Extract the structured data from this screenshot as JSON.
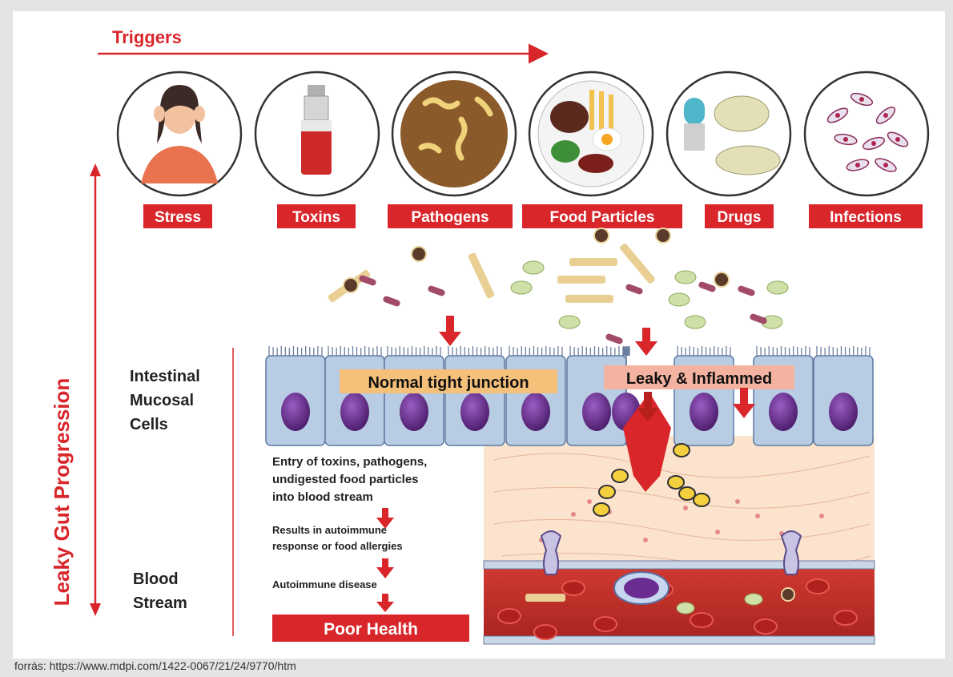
{
  "triggers": {
    "title": "Triggers",
    "items": [
      {
        "label": "Stress",
        "icon": "stressed-woman-icon"
      },
      {
        "label": "Toxins",
        "icon": "spray-bottle-icon"
      },
      {
        "label": "Pathogens",
        "icon": "bacteria-dish-icon"
      },
      {
        "label": "Food Particles",
        "icon": "food-plate-icon"
      },
      {
        "label": "Drugs",
        "icon": "pills-icon"
      },
      {
        "label": "Infections",
        "icon": "infected-cells-icon"
      }
    ]
  },
  "axis": {
    "label": "Leaky Gut Progression"
  },
  "layers": {
    "mucosa": [
      "Intestinal",
      "Mucosal",
      "Cells"
    ],
    "blood": [
      "Blood",
      "Stream"
    ]
  },
  "junctions": {
    "normal": "Normal tight junction",
    "leaky": "Leaky & Inflammed"
  },
  "steps": {
    "entry": [
      "Entry of toxins, pathogens,",
      "undigested food particles",
      "into blood stream"
    ],
    "response": [
      "Results in autoimmune",
      "response or food allergies"
    ],
    "disease": "Autoimmune disease",
    "outcome": "Poor Health"
  },
  "source": "forrás: https://www.mdpi.com/1422-0067/21/24/9770/htm",
  "colors": {
    "accent": "#d9262b",
    "cell": "#b8cce4",
    "nucleus": "#6a2c91",
    "blood": "#c9302c",
    "label_bg": "#f5c07a"
  }
}
